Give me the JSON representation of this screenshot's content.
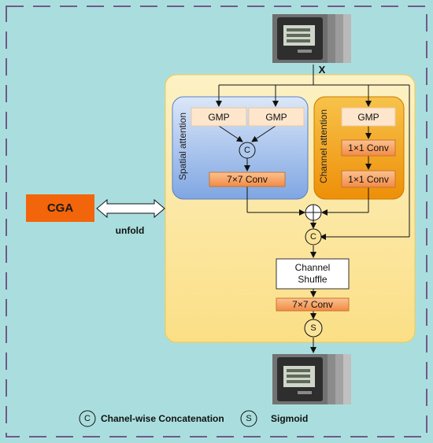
{
  "input_label": "X",
  "cga_label": "CGA",
  "unfold_label": "unfold",
  "spatial_attention": {
    "title": "Spatial attention",
    "gmp_left": "GMP",
    "gmp_right": "GMP",
    "concat_symbol": "C",
    "conv": "7×7 Conv"
  },
  "channel_attention": {
    "title": "Channel attention",
    "gmp": "GMP",
    "conv1": "1×1 Conv",
    "conv2": "1×1 Conv"
  },
  "concat_symbol": "C",
  "shuffle": [
    "Channel",
    "Shuffle"
  ],
  "final_conv": "7×7 Conv",
  "sigmoid_symbol": "S",
  "legend": {
    "concat_symbol": "C",
    "concat_text": "Chanel-wise Concatenation",
    "sigmoid_symbol": "S",
    "sigmoid_text": "Sigmoid"
  },
  "colors": {
    "background": "#aadede",
    "dashed_border": "#6f5a8a",
    "outer_panel": "#fde9a6",
    "spatial_panel": "#aecbee",
    "channel_panel": "#f2a51a",
    "gmp_box": "#fde6cc",
    "conv_box": "#f9a96a",
    "cga_box": "#f3650a"
  }
}
